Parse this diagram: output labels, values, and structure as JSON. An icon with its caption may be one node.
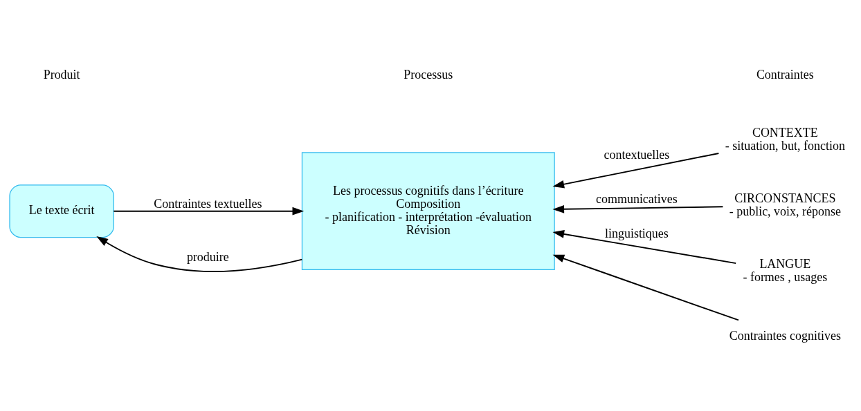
{
  "diagram": {
    "nodes": [
      {
        "text": [
          "Le texte écrit"
        ]
      },
      {
        "text": [
          "Les processus cognitifs dans l’écriture",
          "Composition",
          "- planification - interprétation -évaluation",
          "Révision"
        ]
      },
      {
        "text": [
          "CONTEXTE",
          "- situation, but, fonction"
        ]
      },
      {
        "text": [
          "CIRCONSTANCES",
          "- public, voix, réponse"
        ]
      },
      {
        "text": [
          "LANGUE",
          "- formes , usages"
        ]
      },
      {
        "text": [
          "Contraintes cognitives"
        ]
      }
    ],
    "edges": [
      {
        "from": 1,
        "to": 0,
        "arrow": "to",
        "label": "produire"
      },
      {
        "from": 0,
        "to": 1,
        "arrow": "to",
        "label": "Contraintes textuelles"
      },
      {
        "from": 2,
        "to": 1,
        "arrow": "to",
        "label": "contextuelles"
      },
      {
        "from": 3,
        "to": 1,
        "arrow": "to",
        "label": "communicatives"
      },
      {
        "from": 4,
        "to": 1,
        "arrow": "to",
        "label": "linguistiques"
      },
      {
        "from": 5,
        "to": 1,
        "arrow": "to"
      }
    ],
    "labels": [
      "Produit",
      "Processus",
      "Contraintes"
    ]
  }
}
